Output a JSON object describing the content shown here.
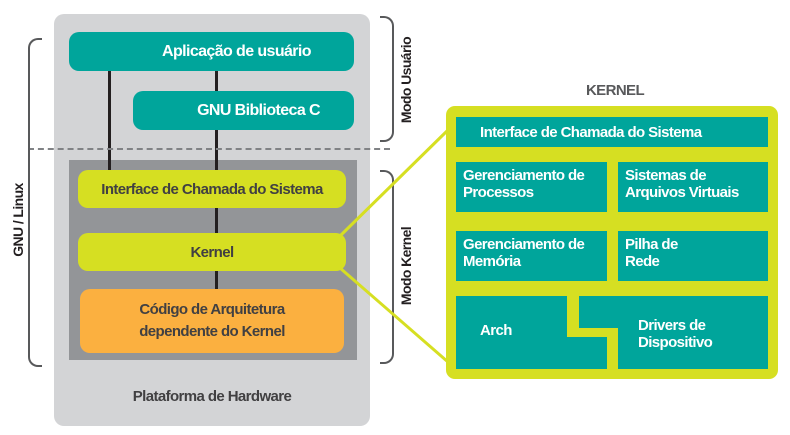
{
  "left_stack": {
    "user_app": "Aplicação de usuário",
    "gnu_libc": "GNU Biblioteca C",
    "syscall_interface": "Interface de Chamada do Sistema",
    "kernel": "Kernel",
    "arch_code_line1": "Código de Arquitetura",
    "arch_code_line2": "dependente do Kernel",
    "hardware": "Plataforma de Hardware"
  },
  "labels": {
    "gnu_linux": "GNU / Linux",
    "user_mode": "Modo Usuário",
    "kernel_mode": "Modo Kernel"
  },
  "kernel_detail": {
    "title": "KERNEL",
    "syscall_interface": "Interface de Chamada do Sistema",
    "process_mgmt_line1": "Gerenciamento de",
    "process_mgmt_line2": "Processos",
    "vfs_line1": "Sistemas de",
    "vfs_line2": "Arquivos Virtuais",
    "memory_mgmt_line1": "Gerenciamento de",
    "memory_mgmt_line2": "Memória",
    "network_line1": "Pilha de",
    "network_line2": "Rede",
    "arch": "Arch",
    "drivers_line1": "Drivers de",
    "drivers_line2": "Dispositivo"
  },
  "colors": {
    "teal": "#00a59b",
    "lime": "#d6df22",
    "orange": "#fbb040",
    "panel_grey": "#d3d4d6",
    "kernel_zone_grey": "#939598"
  }
}
